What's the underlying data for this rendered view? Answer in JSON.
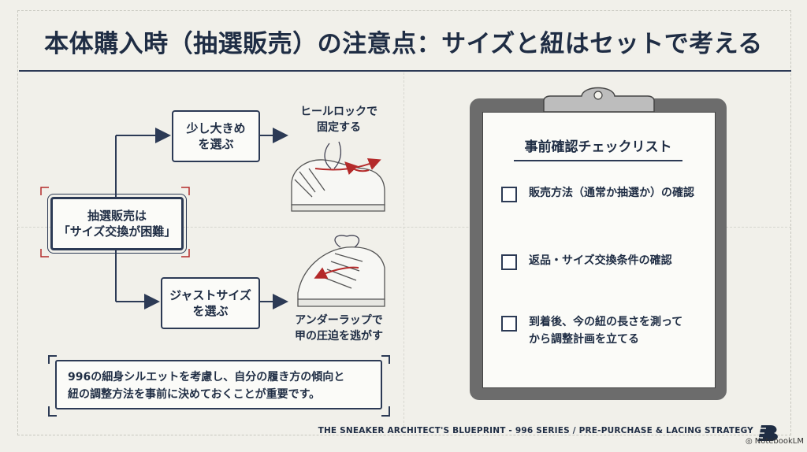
{
  "title": "本体購入時（抽選販売）の注意点：サイズと紐はセットで考える",
  "flow": {
    "start_line1": "抽選販売は",
    "start_line2": "「サイズ交換が困難」",
    "option_a_line1": "少し大きめ",
    "option_a_line2": "を選ぶ",
    "option_b_line1": "ジャストサイズ",
    "option_b_line2": "を選ぶ",
    "result_a_line1": "ヒールロックで",
    "result_a_line2": "固定する",
    "result_b_line1": "アンダーラップで",
    "result_b_line2": "甲の圧迫を逃がす"
  },
  "note": {
    "line1": "996の細身シルエットを考慮し、自分の履き方の傾向と",
    "line2": "紐の調整方法を事前に決めておくことが重要です。"
  },
  "checklist": {
    "heading": "事前確認チェックリスト",
    "items": [
      {
        "line1": "販売方法（通常か抽選か）の確認",
        "line2": "",
        "checked": false
      },
      {
        "line1": "返品・サイズ交換条件の確認",
        "line2": "",
        "checked": false
      },
      {
        "line1": "到着後、今の紐の長さを測って",
        "line2": "から調整計画を立てる",
        "checked": false
      }
    ]
  },
  "footer": "THE SNEAKER ARCHITECT'S BLUEPRINT - 996 SERIES / PRE-PURCHASE & LACING STRATEGY",
  "brand": "NotebookLM",
  "colors": {
    "ink": "#1f2d44",
    "accent": "#b42a2a",
    "background": "#f1f0ea",
    "clipboard": "#6c6c6c"
  }
}
